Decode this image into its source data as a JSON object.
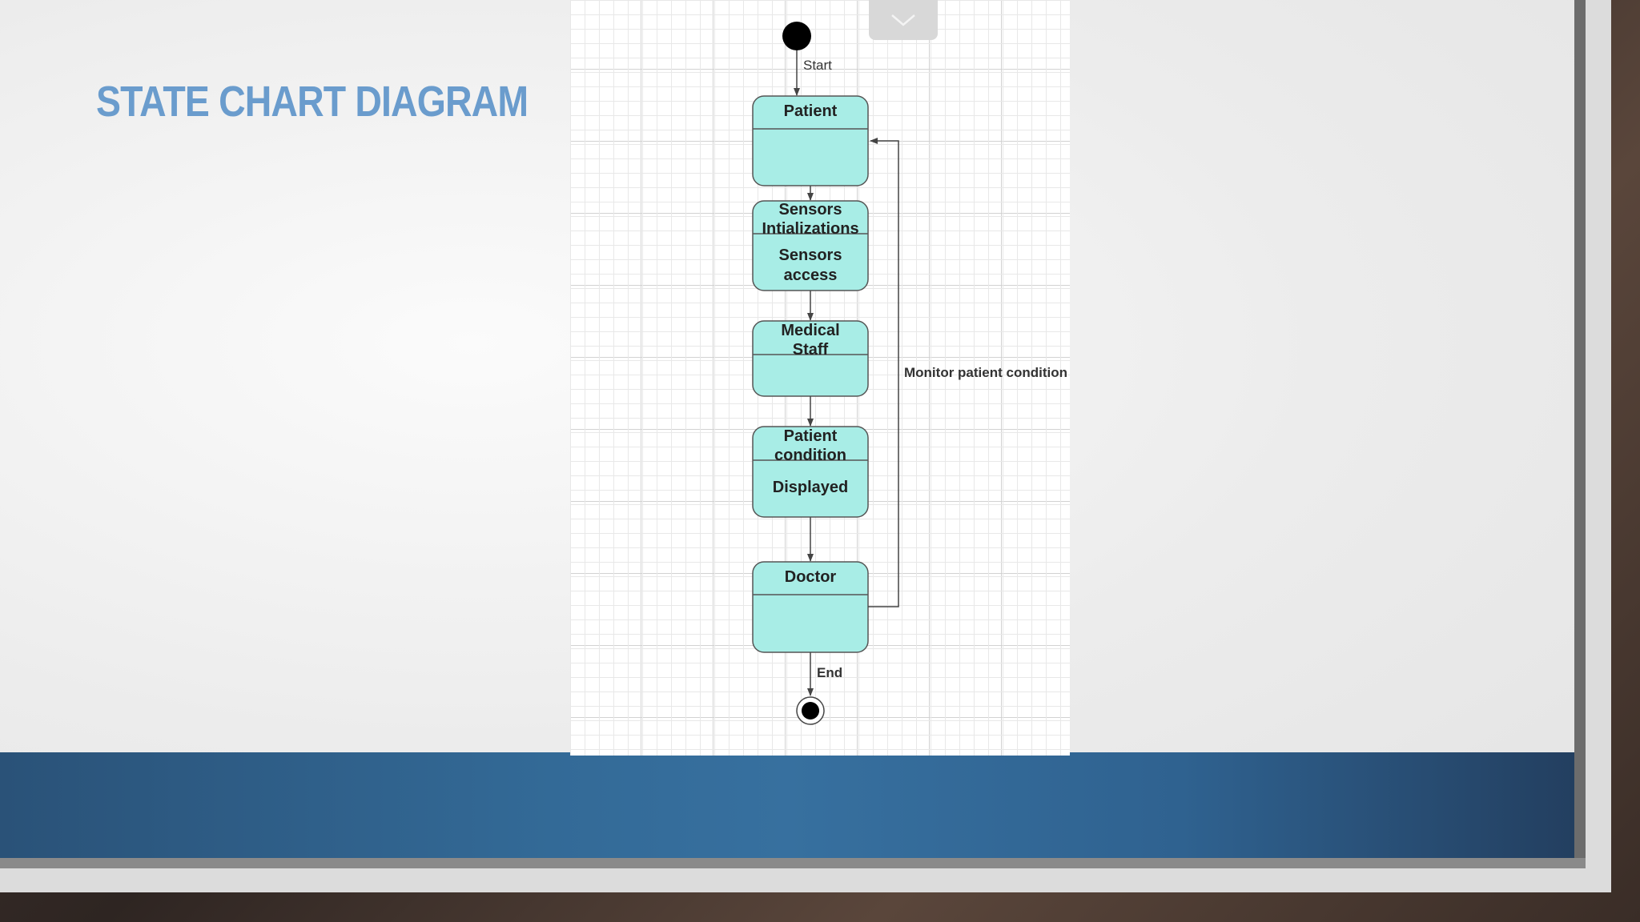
{
  "slide": {
    "title": "STATE CHART DIAGRAM"
  },
  "colors": {
    "title": "#6a9ccd",
    "state_fill": "#a8ede6",
    "state_stroke": "#555555",
    "band": "#336a97"
  },
  "diagram": {
    "start_label": "Start",
    "end_label": "End",
    "loop_label": "Monitor patient condition",
    "states": [
      {
        "header": [
          "Patient"
        ],
        "body": []
      },
      {
        "header": [
          "Sensors",
          "Intializations"
        ],
        "body": [
          "Sensors",
          "access"
        ]
      },
      {
        "header": [
          "Medical",
          "Staff"
        ],
        "body": []
      },
      {
        "header": [
          "Patient",
          "condition"
        ],
        "body": [
          "Displayed"
        ]
      },
      {
        "header": [
          "Doctor"
        ],
        "body": []
      }
    ]
  },
  "icons": {
    "collapse": "chevron-down-icon"
  }
}
